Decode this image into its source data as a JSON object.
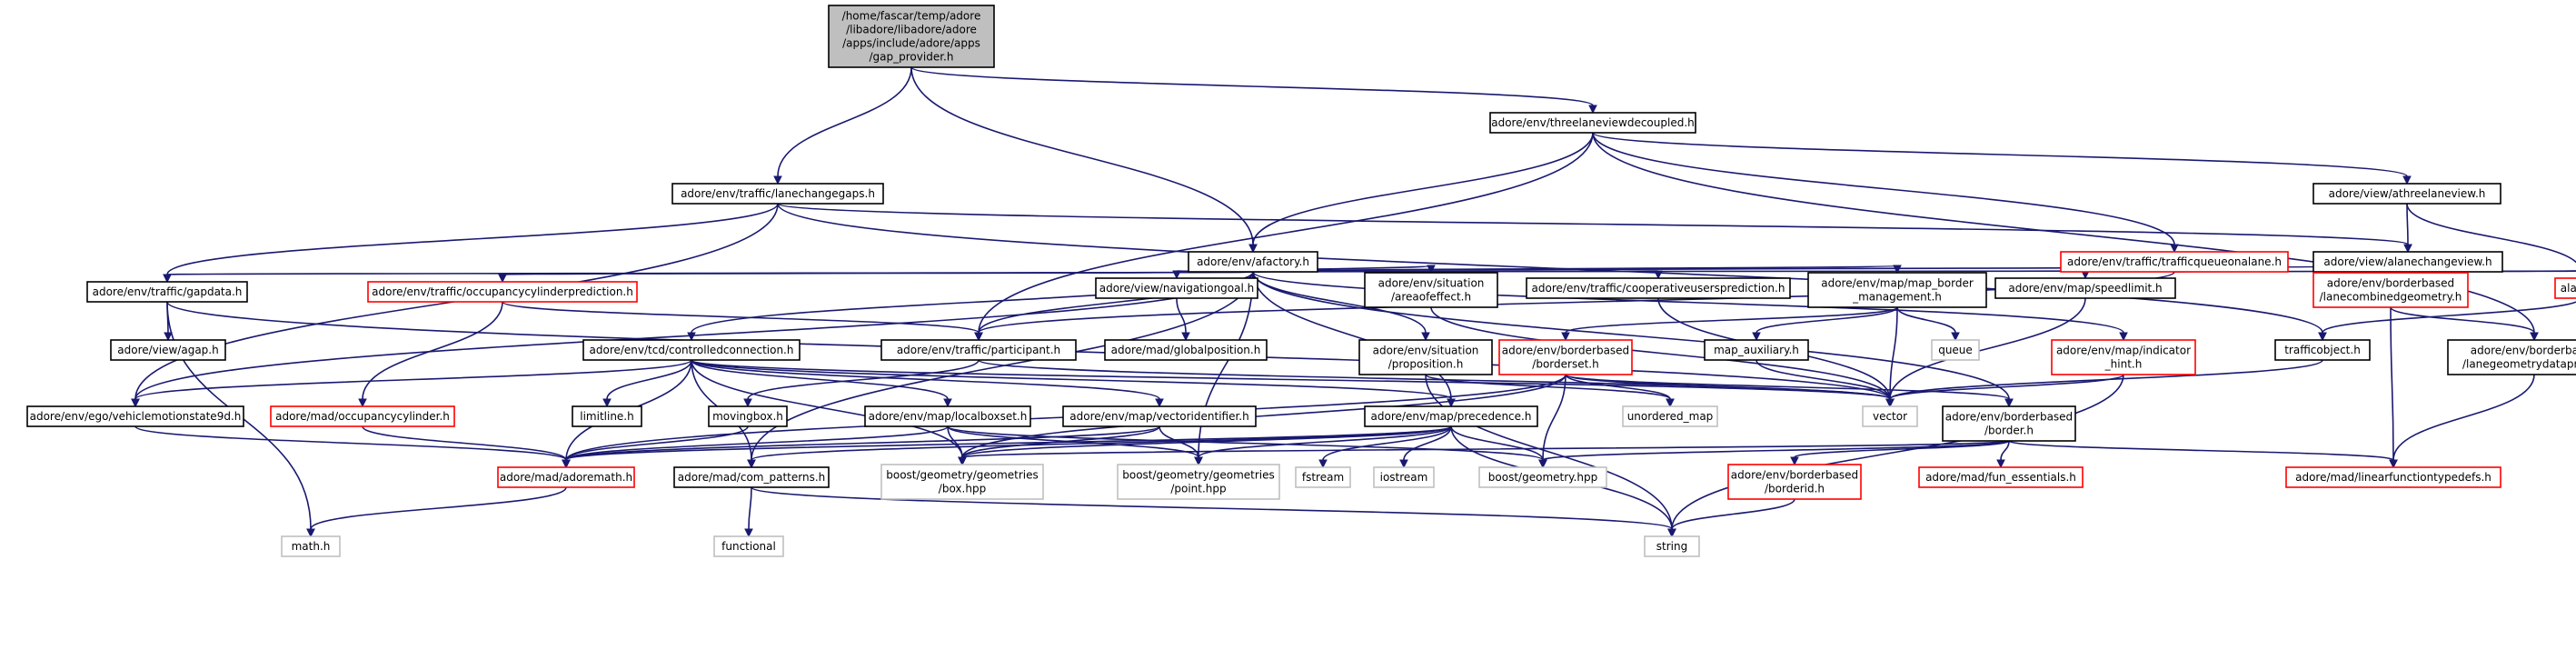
{
  "colors": {
    "edge": "#191970",
    "border_normal": "#000000",
    "border_truncated": "#ff0000",
    "border_external": "#bfbfbf",
    "fill_root": "#bfbfbf",
    "fill_default": "#ffffff"
  },
  "nodes": [
    {
      "id": "root",
      "lines": [
        "/home/fascar/temp/adore",
        "/libadore/libadore/adore",
        "/apps/include/adore/apps",
        "/gap_provider.h"
      ],
      "style": "root"
    },
    {
      "id": "threelane",
      "lines": [
        "adore/env/threelaneviewdecoupled.h"
      ],
      "style": "normal"
    },
    {
      "id": "lanechangegaps",
      "lines": [
        "adore/env/traffic/lanechangegaps.h"
      ],
      "style": "normal"
    },
    {
      "id": "athreelane",
      "lines": [
        "adore/view/athreelaneview.h"
      ],
      "style": "normal"
    },
    {
      "id": "afactory",
      "lines": [
        "adore/env/afactory.h"
      ],
      "style": "normal"
    },
    {
      "id": "trafficqueue",
      "lines": [
        "adore/env/traffic/trafficqueueonalane.h"
      ],
      "style": "truncated"
    },
    {
      "id": "alanechangeview",
      "lines": [
        "adore/view/alanechangeview.h"
      ],
      "style": "normal"
    },
    {
      "id": "gapdata",
      "lines": [
        "adore/env/traffic/gapdata.h"
      ],
      "style": "normal"
    },
    {
      "id": "occpred",
      "lines": [
        "adore/env/traffic/occupancycylinderprediction.h"
      ],
      "style": "truncated"
    },
    {
      "id": "navgoal",
      "lines": [
        "adore/view/navigationgoal.h"
      ],
      "style": "normal"
    },
    {
      "id": "areaofeffect",
      "lines": [
        "adore/env/situation",
        "/areaofeffect.h"
      ],
      "style": "normal"
    },
    {
      "id": "coopusers",
      "lines": [
        "adore/env/traffic/cooperativeusersprediction.h"
      ],
      "style": "normal"
    },
    {
      "id": "mapborder",
      "lines": [
        "adore/env/map/map_border",
        "_management.h"
      ],
      "style": "normal"
    },
    {
      "id": "speedlimit",
      "lines": [
        "adore/env/map/speedlimit.h"
      ],
      "style": "normal"
    },
    {
      "id": "lanecombined",
      "lines": [
        "adore/env/borderbased",
        "/lanecombinedgeometry.h"
      ],
      "style": "truncated"
    },
    {
      "id": "alane",
      "lines": [
        "alane.h"
      ],
      "style": "truncated"
    },
    {
      "id": "agap",
      "lines": [
        "adore/view/agap.h"
      ],
      "style": "normal"
    },
    {
      "id": "globalpos",
      "lines": [
        "adore/mad/globalposition.h"
      ],
      "style": "normal"
    },
    {
      "id": "controlledconn",
      "lines": [
        "adore/env/tcd/controlledconnection.h"
      ],
      "style": "normal"
    },
    {
      "id": "participant",
      "lines": [
        "adore/env/traffic/participant.h"
      ],
      "style": "normal"
    },
    {
      "id": "proposition",
      "lines": [
        "adore/env/situation",
        "/proposition.h"
      ],
      "style": "normal"
    },
    {
      "id": "borderset",
      "lines": [
        "adore/env/borderbased",
        "/borderset.h"
      ],
      "style": "truncated"
    },
    {
      "id": "mapaux",
      "lines": [
        "map_auxiliary.h"
      ],
      "style": "normal"
    },
    {
      "id": "queue",
      "lines": [
        "queue"
      ],
      "style": "external"
    },
    {
      "id": "indicatorhint",
      "lines": [
        "adore/env/map/indicator",
        "_hint.h"
      ],
      "style": "truncated"
    },
    {
      "id": "trafficobject",
      "lines": [
        "trafficobject.h"
      ],
      "style": "normal"
    },
    {
      "id": "lanegeomproxy",
      "lines": [
        "adore/env/borderbased",
        "/lanegeometrydataproxy.h"
      ],
      "style": "normal"
    },
    {
      "id": "vehmotion",
      "lines": [
        "adore/env/ego/vehiclemotionstate9d.h"
      ],
      "style": "normal"
    },
    {
      "id": "limitline",
      "lines": [
        "limitline.h"
      ],
      "style": "normal"
    },
    {
      "id": "occcyl",
      "lines": [
        "adore/mad/occupancycylinder.h"
      ],
      "style": "truncated"
    },
    {
      "id": "movingbox",
      "lines": [
        "movingbox.h"
      ],
      "style": "normal"
    },
    {
      "id": "localboxset",
      "lines": [
        "adore/env/map/localboxset.h"
      ],
      "style": "normal"
    },
    {
      "id": "vectoridentifier",
      "lines": [
        "adore/env/map/vectoridentifier.h"
      ],
      "style": "normal"
    },
    {
      "id": "precedence",
      "lines": [
        "adore/env/map/precedence.h"
      ],
      "style": "normal"
    },
    {
      "id": "unorderedmap",
      "lines": [
        "unordered_map"
      ],
      "style": "external"
    },
    {
      "id": "vector",
      "lines": [
        "vector"
      ],
      "style": "external"
    },
    {
      "id": "border",
      "lines": [
        "adore/env/borderbased",
        "/border.h"
      ],
      "style": "normal"
    },
    {
      "id": "adoremath",
      "lines": [
        "adore/mad/adoremath.h"
      ],
      "style": "truncated"
    },
    {
      "id": "compatterns",
      "lines": [
        "adore/mad/com_patterns.h"
      ],
      "style": "normal"
    },
    {
      "id": "boxhpp",
      "lines": [
        "boost/geometry/geometries",
        "/box.hpp"
      ],
      "style": "external"
    },
    {
      "id": "pointhpp",
      "lines": [
        "boost/geometry/geometries",
        "/point.hpp"
      ],
      "style": "external"
    },
    {
      "id": "fstream",
      "lines": [
        "fstream"
      ],
      "style": "external"
    },
    {
      "id": "iostream",
      "lines": [
        "iostream"
      ],
      "style": "external"
    },
    {
      "id": "geometryhpp",
      "lines": [
        "boost/geometry.hpp"
      ],
      "style": "external"
    },
    {
      "id": "borderid",
      "lines": [
        "adore/env/borderbased",
        "/borderid.h"
      ],
      "style": "truncated"
    },
    {
      "id": "funessentials",
      "lines": [
        "adore/mad/fun_essentials.h"
      ],
      "style": "truncated"
    },
    {
      "id": "linearfunc",
      "lines": [
        "adore/mad/linearfunctiontypedefs.h"
      ],
      "style": "truncated"
    },
    {
      "id": "mathh",
      "lines": [
        "math.h"
      ],
      "style": "external"
    },
    {
      "id": "functional",
      "lines": [
        "functional"
      ],
      "style": "external"
    },
    {
      "id": "string",
      "lines": [
        "string"
      ],
      "style": "external"
    }
  ],
  "edges": [
    [
      "root",
      "threelane"
    ],
    [
      "root",
      "lanechangegaps"
    ],
    [
      "root",
      "afactory"
    ],
    [
      "threelane",
      "athreelane"
    ],
    [
      "threelane",
      "afactory"
    ],
    [
      "threelane",
      "trafficqueue"
    ],
    [
      "threelane",
      "participant"
    ],
    [
      "threelane",
      "lanegeomproxy"
    ],
    [
      "lanechangegaps",
      "gapdata"
    ],
    [
      "lanechangegaps",
      "alanechangeview"
    ],
    [
      "lanechangegaps",
      "vehmotion"
    ],
    [
      "lanechangegaps",
      "trafficobject"
    ],
    [
      "athreelane",
      "alanechangeview"
    ],
    [
      "athreelane",
      "alane"
    ],
    [
      "alanechangeview",
      "alane"
    ],
    [
      "trafficqueue",
      "participant"
    ],
    [
      "trafficqueue",
      "alane"
    ],
    [
      "afactory",
      "gapdata"
    ],
    [
      "afactory",
      "occpred"
    ],
    [
      "afactory",
      "navgoal"
    ],
    [
      "afactory",
      "areaofeffect"
    ],
    [
      "afactory",
      "coopusers"
    ],
    [
      "afactory",
      "mapborder"
    ],
    [
      "afactory",
      "speedlimit"
    ],
    [
      "afactory",
      "lanecombined"
    ],
    [
      "afactory",
      "controlledconn"
    ],
    [
      "afactory",
      "participant"
    ],
    [
      "afactory",
      "proposition"
    ],
    [
      "afactory",
      "indicatorhint"
    ],
    [
      "afactory",
      "vehmotion"
    ],
    [
      "afactory",
      "precedence"
    ],
    [
      "afactory",
      "compatterns"
    ],
    [
      "afactory",
      "border"
    ],
    [
      "afactory",
      "pointhpp"
    ],
    [
      "gapdata",
      "agap"
    ],
    [
      "gapdata",
      "vector"
    ],
    [
      "gapdata",
      "mathh"
    ],
    [
      "occpred",
      "participant"
    ],
    [
      "occpred",
      "occcyl"
    ],
    [
      "navgoal",
      "globalpos"
    ],
    [
      "areaofeffect",
      "vector"
    ],
    [
      "coopusers",
      "vector"
    ],
    [
      "mapborder",
      "borderset"
    ],
    [
      "mapborder",
      "mapaux"
    ],
    [
      "mapborder",
      "queue"
    ],
    [
      "mapborder",
      "vector"
    ],
    [
      "speedlimit",
      "vector"
    ],
    [
      "lanecombined",
      "lanegeomproxy"
    ],
    [
      "lanecombined",
      "linearfunc"
    ],
    [
      "alane",
      "trafficobject"
    ],
    [
      "controlledconn",
      "vehmotion"
    ],
    [
      "controlledconn",
      "limitline"
    ],
    [
      "controlledconn",
      "localboxset"
    ],
    [
      "controlledconn",
      "vectoridentifier"
    ],
    [
      "controlledconn",
      "precedence"
    ],
    [
      "controlledconn",
      "adoremath"
    ],
    [
      "controlledconn",
      "compatterns"
    ],
    [
      "controlledconn",
      "boxhpp"
    ],
    [
      "controlledconn",
      "vector"
    ],
    [
      "participant",
      "movingbox"
    ],
    [
      "participant",
      "vector"
    ],
    [
      "proposition",
      "string"
    ],
    [
      "proposition",
      "unorderedmap"
    ],
    [
      "borderset",
      "unorderedmap"
    ],
    [
      "borderset",
      "vector"
    ],
    [
      "borderset",
      "border"
    ],
    [
      "borderset",
      "boxhpp"
    ],
    [
      "borderset",
      "geometryhpp"
    ],
    [
      "borderset",
      "adoremath"
    ],
    [
      "mapaux",
      "vector"
    ],
    [
      "indicatorhint",
      "vector"
    ],
    [
      "indicatorhint",
      "string"
    ],
    [
      "trafficobject",
      "vector"
    ],
    [
      "lanegeomproxy",
      "linearfunc"
    ],
    [
      "vehmotion",
      "adoremath"
    ],
    [
      "occcyl",
      "adoremath"
    ],
    [
      "movingbox",
      "adoremath"
    ],
    [
      "localboxset",
      "adoremath"
    ],
    [
      "localboxset",
      "boxhpp"
    ],
    [
      "localboxset",
      "pointhpp"
    ],
    [
      "localboxset",
      "geometryhpp"
    ],
    [
      "vectoridentifier",
      "adoremath"
    ],
    [
      "vectoridentifier",
      "boxhpp"
    ],
    [
      "vectoridentifier",
      "pointhpp"
    ],
    [
      "precedence",
      "adoremath"
    ],
    [
      "precedence",
      "compatterns"
    ],
    [
      "precedence",
      "boxhpp"
    ],
    [
      "precedence",
      "pointhpp"
    ],
    [
      "precedence",
      "fstream"
    ],
    [
      "precedence",
      "iostream"
    ],
    [
      "precedence",
      "geometryhpp"
    ],
    [
      "precedence",
      "string"
    ],
    [
      "border",
      "borderid"
    ],
    [
      "border",
      "funessentials"
    ],
    [
      "border",
      "linearfunc"
    ],
    [
      "border",
      "geometryhpp"
    ],
    [
      "border",
      "boxhpp"
    ],
    [
      "adoremath",
      "mathh"
    ],
    [
      "compatterns",
      "functional"
    ],
    [
      "compatterns",
      "string"
    ],
    [
      "borderid",
      "string"
    ]
  ]
}
